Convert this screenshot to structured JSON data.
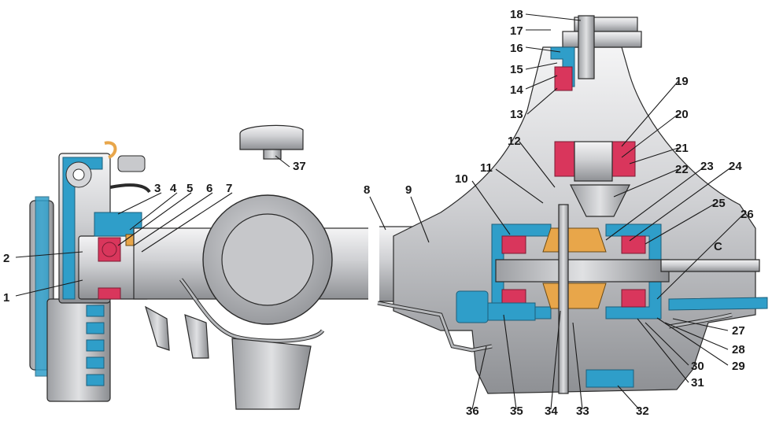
{
  "diagram": {
    "callouts": [
      {
        "id": "1",
        "text": "1"
      },
      {
        "id": "2",
        "text": "2"
      },
      {
        "id": "3",
        "text": "3"
      },
      {
        "id": "4",
        "text": "4"
      },
      {
        "id": "5",
        "text": "5"
      },
      {
        "id": "6",
        "text": "6"
      },
      {
        "id": "7",
        "text": "7"
      },
      {
        "id": "8",
        "text": "8"
      },
      {
        "id": "9",
        "text": "9"
      },
      {
        "id": "10",
        "text": "10"
      },
      {
        "id": "11",
        "text": "11"
      },
      {
        "id": "12",
        "text": "12"
      },
      {
        "id": "13",
        "text": "13"
      },
      {
        "id": "14",
        "text": "14"
      },
      {
        "id": "15",
        "text": "15"
      },
      {
        "id": "16",
        "text": "16"
      },
      {
        "id": "17",
        "text": "17"
      },
      {
        "id": "18",
        "text": "18"
      },
      {
        "id": "19",
        "text": "19"
      },
      {
        "id": "20",
        "text": "20"
      },
      {
        "id": "21",
        "text": "21"
      },
      {
        "id": "22",
        "text": "22"
      },
      {
        "id": "23",
        "text": "23"
      },
      {
        "id": "24",
        "text": "24"
      },
      {
        "id": "25",
        "text": "25"
      },
      {
        "id": "26",
        "text": "26"
      },
      {
        "id": "27",
        "text": "27"
      },
      {
        "id": "28",
        "text": "28"
      },
      {
        "id": "29",
        "text": "29"
      },
      {
        "id": "30",
        "text": "30"
      },
      {
        "id": "31",
        "text": "31"
      },
      {
        "id": "32",
        "text": "32"
      },
      {
        "id": "33",
        "text": "33"
      },
      {
        "id": "34",
        "text": "34"
      },
      {
        "id": "35",
        "text": "35"
      },
      {
        "id": "36",
        "text": "36"
      },
      {
        "id": "37",
        "text": "37"
      }
    ],
    "section_letter": "C",
    "colors": {
      "metal_light": "#e6e6e8",
      "metal_mid": "#b8babd",
      "metal_dark": "#8e9094",
      "seal_blue": "#2f9ec9",
      "bearing_red": "#d9365c",
      "gear_orange": "#e8a64a",
      "label_ink": "#1a1a1a"
    }
  }
}
